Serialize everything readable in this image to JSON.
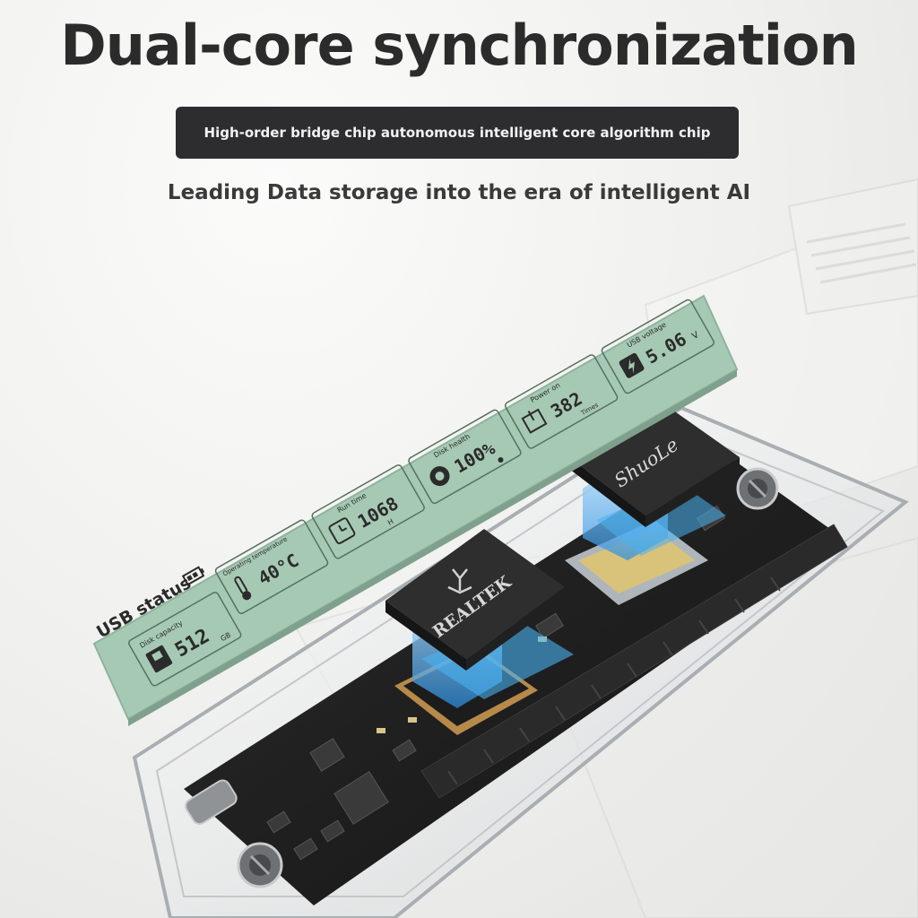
{
  "headline": "Dual-core synchronization",
  "banner": "High-order bridge chip autonomous intelligent core algorithm chip",
  "tagline": "Leading Data storage into the era of intelligent AI",
  "panel": {
    "title": "USB status",
    "tiles": [
      {
        "label": "Disk capacity",
        "value": "512",
        "unit": "GB",
        "icon": "disk-icon"
      },
      {
        "label": "Operating temperature",
        "value": "40°C",
        "unit": "",
        "icon": "thermometer-icon"
      },
      {
        "label": "Run time",
        "value": "1068",
        "unit": "H",
        "icon": "clock-icon"
      },
      {
        "label": "Disk health",
        "value": "100%",
        "unit": "",
        "icon": "health-icon"
      },
      {
        "label": "Power on",
        "value": "382",
        "unit": "Times",
        "icon": "power-icon"
      },
      {
        "label": "USB voltage",
        "value": "5.06",
        "unit": "V",
        "icon": "bolt-icon"
      }
    ]
  },
  "chips": {
    "realtek": "REALTEK",
    "shuole": "ShuoLe"
  },
  "colors": {
    "panel": "#a6c9b3",
    "banner": "#2d2d30",
    "board": "#1e1e1e",
    "glow": "#38a8f0"
  }
}
